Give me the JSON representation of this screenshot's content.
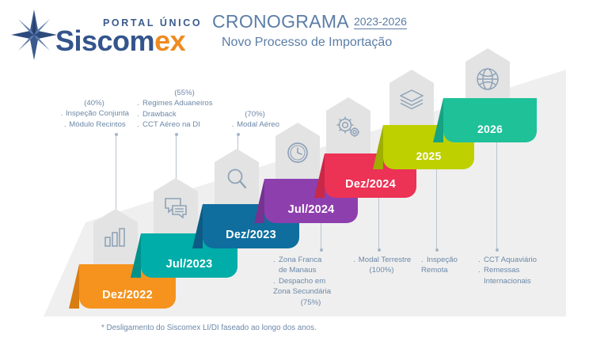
{
  "brand": {
    "portal_label": "PORTAL ÚNICO",
    "name_main": "Siscom",
    "name_accent": "ex",
    "logo_icon": "compass-star-icon",
    "blue": "#34548c",
    "orange": "#ef8b22"
  },
  "header": {
    "title": "CRONOGRAMA",
    "years": "2023-2026",
    "subtitle": "Novo Processo de Importação"
  },
  "notes_top": [
    {
      "id": "note-40",
      "percent": "(40%)",
      "items": [
        "Inspeção Conjunta",
        "Módulo Recintos"
      ]
    },
    {
      "id": "note-55",
      "percent": "(55%)",
      "items": [
        "Regimes Aduaneiros",
        "Drawback",
        "CCT Aéreo na DI"
      ]
    },
    {
      "id": "note-70",
      "percent": "(70%)",
      "items": [
        "Modal Aéreo"
      ]
    }
  ],
  "notes_bottom": [
    {
      "id": "note-75",
      "items": [
        "Zona Franca",
        "de Manaus",
        "Despacho em",
        "Zona Secundária"
      ],
      "percent": "(75%)"
    },
    {
      "id": "note-100",
      "items": [
        "Modal Terrestre"
      ],
      "percent": "(100%)"
    },
    {
      "id": "note-inspecao-remota",
      "items": [
        "Inspeção",
        "Remota"
      ],
      "percent": ""
    },
    {
      "id": "note-cct-aquaviario",
      "items": [
        "CCT Aquaviário",
        "Remessas",
        "Internacionais"
      ],
      "percent": ""
    }
  ],
  "steps": [
    {
      "label": "Dez/2022",
      "color": "#f5931e",
      "shade": "#d97d12",
      "icon": "bar-chart-icon"
    },
    {
      "label": "Jul/2023",
      "color": "#00ada8",
      "shade": "#00918d",
      "icon": "chat-bubbles-icon"
    },
    {
      "label": "Dez/2023",
      "color": "#0f6e9e",
      "shade": "#0c5c85",
      "icon": "magnifier-icon"
    },
    {
      "label": "Jul/2024",
      "color": "#8e3fae",
      "shade": "#763392",
      "icon": "clock-icon"
    },
    {
      "label": "Dez/2024",
      "color": "#ec3255",
      "shade": "#c92846",
      "icon": "gears-icon"
    },
    {
      "label": "2025",
      "color": "#bed000",
      "shade": "#9fae00",
      "icon": "layers-icon"
    },
    {
      "label": "2026",
      "color": "#1fc199",
      "shade": "#17a381",
      "icon": "globe-icon"
    }
  ],
  "footnote": "* Desligamento do Siscomex LI/DI faseado ao longo dos anos.",
  "colors": {
    "text_muted": "#6d88a8",
    "title": "#5b7da6",
    "slab": "#efefef",
    "tag": "#e3e3e3"
  }
}
